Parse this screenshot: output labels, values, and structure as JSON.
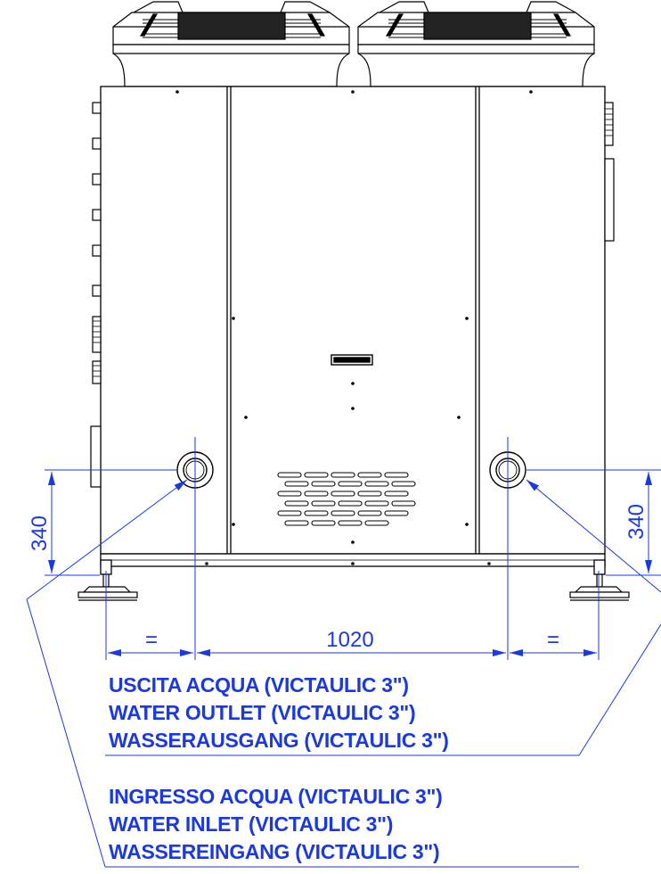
{
  "dimensions": {
    "left_height": "340",
    "right_height": "340",
    "center_width": "1020",
    "left_equal": "=",
    "right_equal": "="
  },
  "labels": {
    "outlet": {
      "line1": "USCITA ACQUA (VICTAULIC 3\")",
      "line2": "WATER OUTLET (VICTAULIC 3\")",
      "line3": "WASSERAUSGANG (VICTAULIC 3\")"
    },
    "inlet": {
      "line1": "INGRESSO ACQUA (VICTAULIC 3\")",
      "line2": "WATER INLET (VICTAULIC 3\")",
      "line3": "WASSEREINGANG (VICTAULIC 3\")"
    }
  },
  "colors": {
    "drawing_line": "#000000",
    "dimension_line": "#1a3ae0"
  }
}
